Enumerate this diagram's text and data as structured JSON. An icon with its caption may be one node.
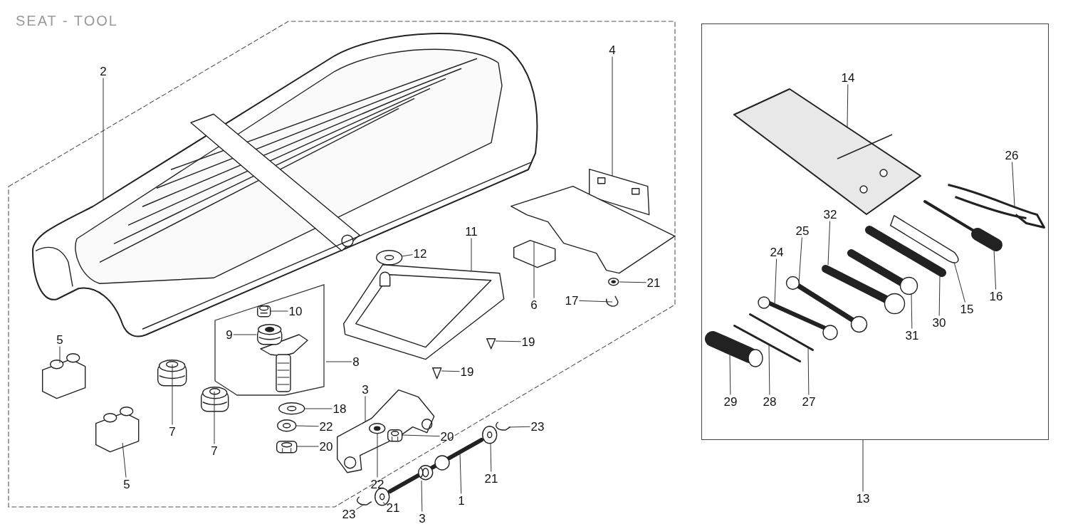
{
  "diagram": {
    "title": "SEAT - TOOL",
    "nodes": [
      {
        "text": [
          "2"
        ]
      },
      {
        "text": [
          "4"
        ]
      },
      {
        "text": [
          "11"
        ]
      },
      {
        "text": [
          "12"
        ]
      },
      {
        "text": [
          "21"
        ]
      },
      {
        "text": [
          "6"
        ]
      },
      {
        "text": [
          "17"
        ]
      },
      {
        "text": [],
        "shape": "box"
      },
      {
        "text": [
          "10"
        ],
        "in": 7
      },
      {
        "text": [
          "9"
        ],
        "in": 7
      },
      {
        "text": [
          "5"
        ]
      },
      {
        "text": [
          "19"
        ]
      },
      {
        "text": [
          "8"
        ]
      },
      {
        "text": [
          "19"
        ]
      },
      {
        "text": [
          "3"
        ]
      },
      {
        "text": [
          "18"
        ]
      },
      {
        "text": [
          "7"
        ]
      },
      {
        "text": [
          "22"
        ]
      },
      {
        "text": [
          "23"
        ]
      },
      {
        "text": [
          "20"
        ]
      },
      {
        "text": [
          "20"
        ]
      },
      {
        "text": [
          "7"
        ]
      },
      {
        "text": [
          "22"
        ]
      },
      {
        "text": [
          "21"
        ]
      },
      {
        "text": [
          "5"
        ]
      },
      {
        "text": [
          "1"
        ]
      },
      {
        "text": [
          "21"
        ]
      },
      {
        "text": [
          "23"
        ]
      },
      {
        "text": [
          "3"
        ]
      },
      {
        "text": [],
        "shape": "box"
      },
      {
        "text": [
          "14"
        ],
        "in": 29
      },
      {
        "text": [
          "26"
        ],
        "in": 29
      },
      {
        "text": [
          "32"
        ],
        "in": 29
      },
      {
        "text": [
          "25"
        ],
        "in": 29
      },
      {
        "text": [
          "24"
        ],
        "in": 29
      },
      {
        "text": [
          "16"
        ],
        "in": 29
      },
      {
        "text": [
          "15"
        ],
        "in": 29
      },
      {
        "text": [
          "30"
        ],
        "in": 29
      },
      {
        "text": [
          "31"
        ],
        "in": 29
      },
      {
        "text": [
          "29"
        ],
        "in": 29
      },
      {
        "text": [
          "28"
        ],
        "in": 29
      },
      {
        "text": [
          "27"
        ],
        "in": 29
      },
      {
        "text": [
          "13"
        ]
      },
      {
        "text": [],
        "shape": "picture"
      },
      {
        "text": [],
        "shape": "picture"
      },
      {
        "text": [],
        "shape": "picture"
      },
      {
        "text": [],
        "shape": "picture"
      },
      {
        "text": [],
        "shape": "picture"
      },
      {
        "text": [],
        "shape": "picture"
      },
      {
        "text": [],
        "shape": "picture"
      },
      {
        "text": [],
        "shape": "picture",
        "in": 7
      },
      {
        "text": [],
        "shape": "picture",
        "in": 7
      },
      {
        "text": [],
        "shape": "picture"
      },
      {
        "text": [],
        "shape": "picture"
      },
      {
        "text": [],
        "shape": "picture"
      },
      {
        "text": [],
        "shape": "picture"
      },
      {
        "text": [],
        "shape": "picture"
      },
      {
        "text": [],
        "shape": "picture"
      },
      {
        "text": [],
        "shape": "picture"
      },
      {
        "text": [],
        "shape": "picture"
      },
      {
        "text": [],
        "shape": "picture",
        "in": 55
      },
      {
        "text": [],
        "shape": "picture"
      },
      {
        "text": [],
        "shape": "picture"
      },
      {
        "text": [],
        "shape": "picture",
        "in": 55
      },
      {
        "text": [],
        "shape": "picture"
      },
      {
        "text": [],
        "shape": "picture"
      },
      {
        "text": [],
        "shape": "picture"
      },
      {
        "text": [],
        "shape": "picture"
      },
      {
        "text": [],
        "shape": "picture"
      },
      {
        "text": [],
        "shape": "picture",
        "in": 66
      },
      {
        "text": [],
        "shape": "picture",
        "in": 29
      },
      {
        "text": [],
        "shape": "picture",
        "in": 29
      },
      {
        "text": [],
        "shape": "picture",
        "in": 29
      },
      {
        "text": [],
        "shape": "picture",
        "in": 29
      },
      {
        "text": [],
        "shape": "picture",
        "in": 29
      },
      {
        "text": [],
        "shape": "picture",
        "in": 29
      },
      {
        "text": [],
        "shape": "picture",
        "in": 29
      },
      {
        "text": [],
        "shape": "picture",
        "in": 29
      },
      {
        "text": [],
        "shape": "picture",
        "in": 29
      },
      {
        "text": [],
        "shape": "picture",
        "in": 29
      },
      {
        "text": [],
        "shape": "picture",
        "in": 29
      },
      {
        "text": [],
        "shape": "picture",
        "in": 29
      }
    ],
    "edges": [
      {
        "from": 0,
        "to": 43,
        "arrow": "none"
      },
      {
        "from": 1,
        "to": 44,
        "arrow": "none"
      },
      {
        "from": 2,
        "to": 45,
        "arrow": "none"
      },
      {
        "from": 3,
        "to": 46,
        "arrow": "none"
      },
      {
        "from": 4,
        "to": 47,
        "arrow": "none"
      },
      {
        "from": 5,
        "to": 48,
        "arrow": "none"
      },
      {
        "from": 6,
        "to": 49,
        "arrow": "none"
      },
      {
        "from": 8,
        "to": 50,
        "arrow": "none"
      },
      {
        "from": 9,
        "to": 51,
        "arrow": "none"
      },
      {
        "from": 10,
        "to": 52,
        "arrow": "none"
      },
      {
        "from": 11,
        "to": 53,
        "arrow": "none"
      },
      {
        "from": 12,
        "to": 7,
        "arrow": "none"
      },
      {
        "from": 13,
        "to": 54,
        "arrow": "none"
      },
      {
        "from": 14,
        "to": 55,
        "arrow": "none"
      },
      {
        "from": 15,
        "to": 56,
        "arrow": "none"
      },
      {
        "from": 16,
        "to": 57,
        "arrow": "none"
      },
      {
        "from": 17,
        "to": 58,
        "arrow": "none"
      },
      {
        "from": 18,
        "to": 59,
        "arrow": "none"
      },
      {
        "from": 19,
        "to": 60,
        "arrow": "none"
      },
      {
        "from": 20,
        "to": 61,
        "arrow": "none"
      },
      {
        "from": 21,
        "to": 62,
        "arrow": "none"
      },
      {
        "from": 22,
        "to": 63,
        "arrow": "none"
      },
      {
        "from": 23,
        "to": 64,
        "arrow": "none"
      },
      {
        "from": 24,
        "to": 65,
        "arrow": "none"
      },
      {
        "from": 25,
        "to": 66,
        "arrow": "none"
      },
      {
        "from": 26,
        "to": 67,
        "arrow": "none"
      },
      {
        "from": 27,
        "to": 68,
        "arrow": "none"
      },
      {
        "from": 28,
        "to": 69,
        "arrow": "none"
      },
      {
        "from": 30,
        "to": 70,
        "arrow": "none"
      },
      {
        "from": 31,
        "to": 71,
        "arrow": "none"
      },
      {
        "from": 32,
        "to": 72,
        "arrow": "none"
      },
      {
        "from": 33,
        "to": 73,
        "arrow": "none"
      },
      {
        "from": 34,
        "to": 74,
        "arrow": "none"
      },
      {
        "from": 35,
        "to": 75,
        "arrow": "none"
      },
      {
        "from": 36,
        "to": 76,
        "arrow": "none"
      },
      {
        "from": 37,
        "to": 77,
        "arrow": "none"
      },
      {
        "from": 38,
        "to": 78,
        "arrow": "none"
      },
      {
        "from": 39,
        "to": 79,
        "arrow": "none"
      },
      {
        "from": 40,
        "to": 80,
        "arrow": "none"
      },
      {
        "from": 41,
        "to": 81,
        "arrow": "none"
      },
      {
        "from": 42,
        "to": 29,
        "arrow": "none"
      }
    ]
  }
}
